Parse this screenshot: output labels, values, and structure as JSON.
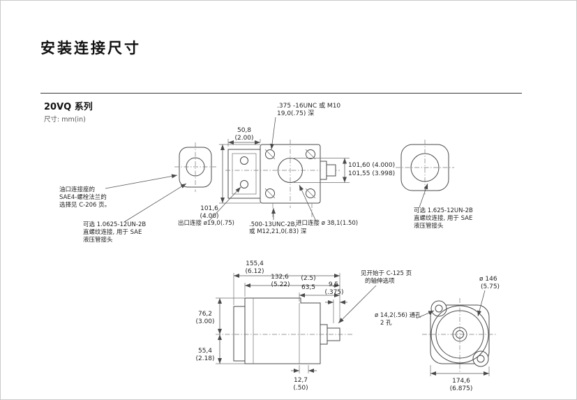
{
  "page": {
    "title": "安装连接尺寸",
    "series": "20VQ 系列",
    "units": "尺寸: mm(in)"
  },
  "top": {
    "thread_callout": [
      ".375 -16UNC 或 M10",
      "19,0(.75) 深"
    ],
    "dim_50_8": [
      "50,8",
      "(2.00)"
    ],
    "dim_pilot": [
      "101,60 (4.000)",
      "101,55 (3.998)"
    ],
    "dim_101_6": [
      "101,6",
      "(4.00)"
    ],
    "outlet_label": "出口连接 ø19,0(.75)",
    "bolt_callout": [
      ".500-13UNC-2B,",
      "或 M12,21,0(.83) 深"
    ],
    "inlet_label": "进口连接 ø 38,1(1.50)",
    "left_note": [
      "油口连接座的",
      "SAE4-螺栓法兰的",
      "选择见 C-206 页。"
    ],
    "left_option": [
      "可选 1.0625-12UN-2B",
      "直螺纹连接, 用于 SAE",
      "液压管接头"
    ],
    "right_option": [
      "可选 1.625-12UN-2B",
      "直螺纹连接, 用于 SAE",
      "液压管接头"
    ]
  },
  "bottom": {
    "dim_155_4": [
      "155,4",
      "(6.12)"
    ],
    "dim_132_6": [
      "132,6",
      "(5.22)"
    ],
    "dim_63_5": [
      "63,5",
      "(2.5)"
    ],
    "dim_9_5": [
      "9,5",
      "(.375)"
    ],
    "dim_76_2": [
      "76,2",
      "(3.00)"
    ],
    "dim_55_4": [
      "55,4",
      "(2.18)"
    ],
    "dim_12_7": [
      "12,7",
      "(.50)"
    ],
    "shaft_note": [
      "见开始于 C-125 页",
      "的轴伸选项"
    ],
    "dia_146": [
      "ø 146",
      "(5.75)"
    ],
    "holes_note": [
      "ø 14,2(.56) 通孔",
      "2 孔"
    ],
    "dim_174_6": [
      "174,6",
      "(6.875)"
    ]
  }
}
